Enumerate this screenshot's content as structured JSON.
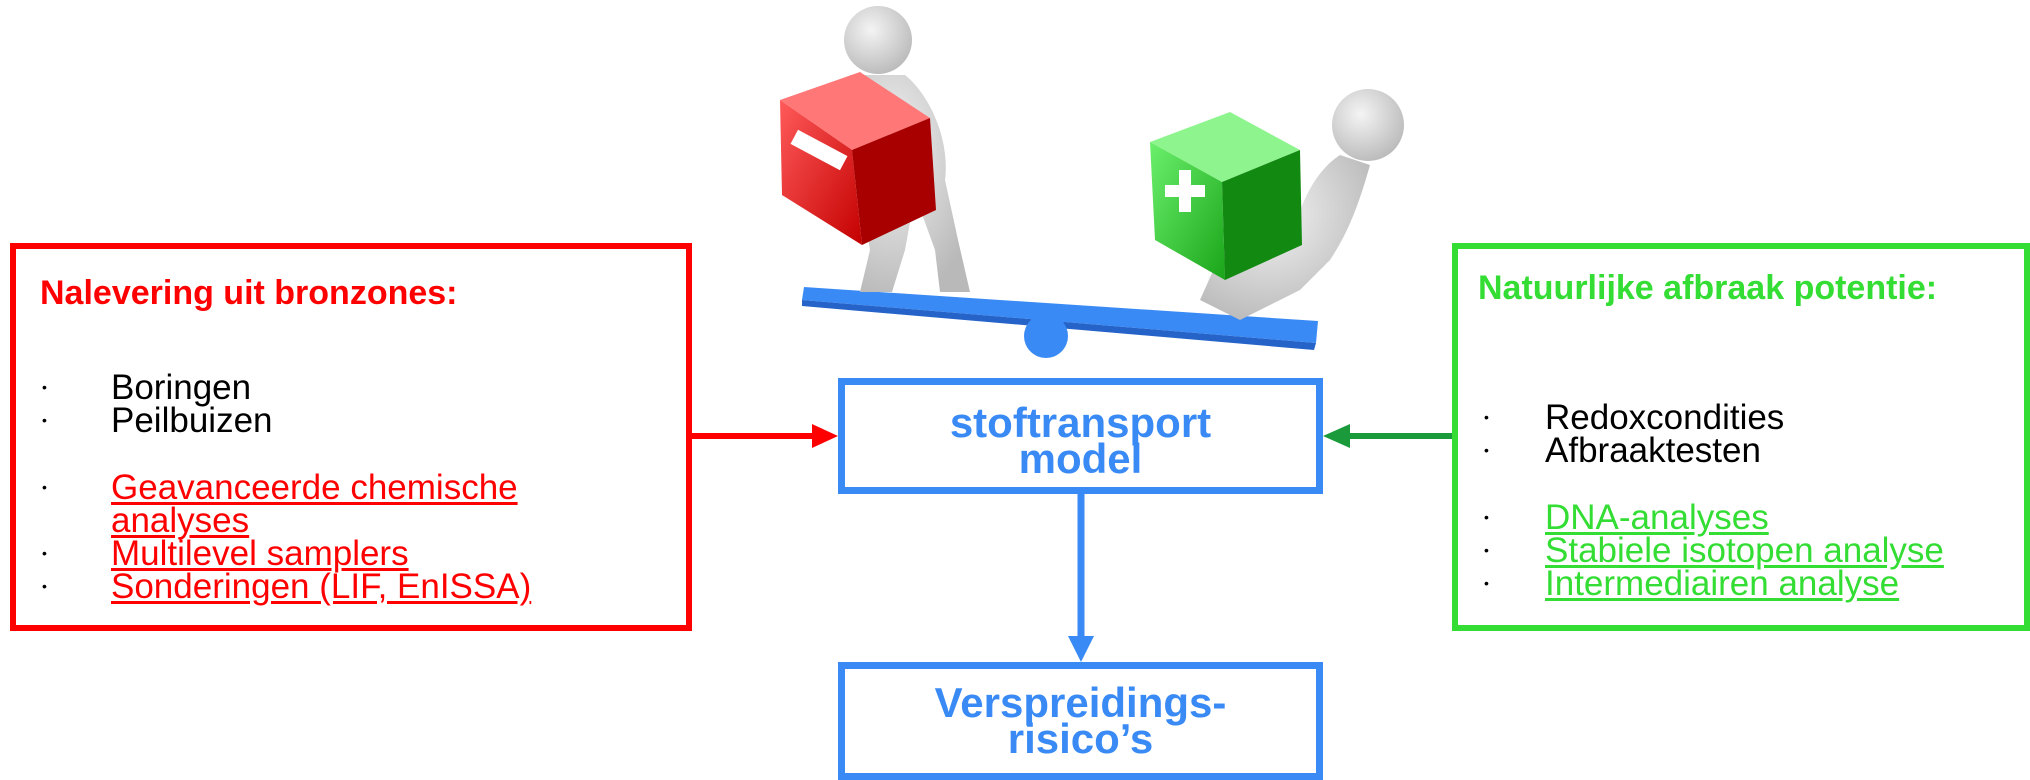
{
  "left_panel": {
    "title": "Nalevering uit bronzones:",
    "items": [
      "Boringen",
      "Peilbuizen"
    ],
    "links": [
      "Geavanceerde chemische analyses",
      "Multilevel samplers",
      "Sonderingen (LIF, EnISSA)"
    ]
  },
  "right_panel": {
    "title": "Natuurlijke afbraak potentie:",
    "items": [
      "Redoxcondities",
      "Afbraaktesten"
    ],
    "links": [
      "DNA-analyses",
      "Stabiele isotopen analyse",
      "Intermediairen analyse"
    ]
  },
  "center": {
    "model": "stoftransport model",
    "risk": "Verspreidings-risico’s"
  },
  "illustration": {
    "minus_symbol": "−",
    "plus_symbol": "+"
  },
  "colors": {
    "red": "#ff0000",
    "green": "#33dd33",
    "blue": "#3a8af5"
  }
}
